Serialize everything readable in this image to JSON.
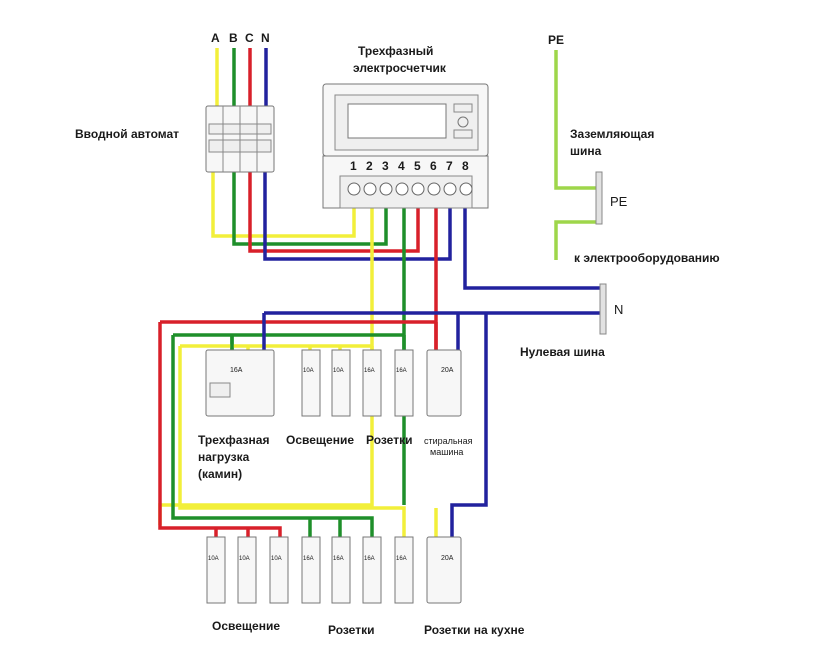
{
  "colors": {
    "phase_a": "#f2ef3a",
    "phase_b": "#1e8f2a",
    "phase_c": "#d8202a",
    "neutral": "#22229e",
    "pe": "#9ed64a"
  },
  "labels": {
    "phase_a": "A",
    "phase_b": "B",
    "phase_c": "C",
    "neutral": "N",
    "pe_top": "PE",
    "meter_line1": "Трехфазный",
    "meter_line2": "электросчетчик",
    "input_breaker": "Вводной автомат",
    "ground_bus_line1": "Заземляющая",
    "ground_bus_line2": "шина",
    "pe_bus": "PE",
    "to_equipment": "к электрооборудованию",
    "n_bus": "N",
    "neutral_bus": "Нулевая шина",
    "three_phase_line1": "Трехфазная",
    "three_phase_line2": "нагрузка",
    "three_phase_line3": "(камин)",
    "lighting_top": "Освещение",
    "sockets_top": "Розетки",
    "washer_line1": "стиральная",
    "washer_line2": "машина",
    "lighting_bottom": "Освещение",
    "sockets_bottom": "Розетки",
    "kitchen_sockets": "Розетки на кухне"
  },
  "meter_terminals": [
    "1",
    "2",
    "3",
    "4",
    "5",
    "6",
    "7",
    "8"
  ],
  "breaker_ratings": {
    "rcd_16a": "16A",
    "rcd_20a": "20A",
    "b10a": "10A",
    "b16a": "16A"
  }
}
